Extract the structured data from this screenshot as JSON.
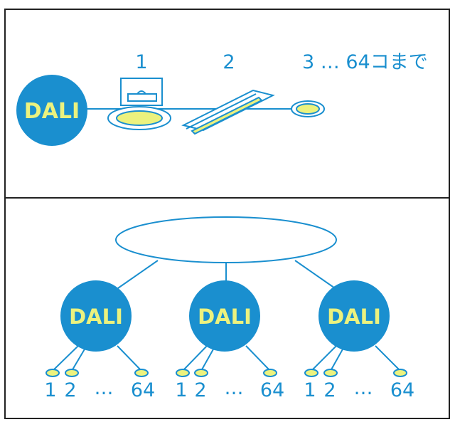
{
  "colors": {
    "blue": "#1a8fcf",
    "yellow": "#ecf27e",
    "frame": "#222222"
  },
  "top": {
    "controller_label": "DALI",
    "addresses": [
      "1",
      "2",
      "3 … 64コまで"
    ]
  },
  "bottom": {
    "groups": [
      {
        "label": "DALI",
        "first": "1",
        "second": "2",
        "ellipsis": "…",
        "last": "64"
      },
      {
        "label": "DALI",
        "first": "1",
        "second": "2",
        "ellipsis": "…",
        "last": "64"
      },
      {
        "label": "DALI",
        "first": "1",
        "second": "2",
        "ellipsis": "…",
        "last": "64"
      }
    ]
  }
}
